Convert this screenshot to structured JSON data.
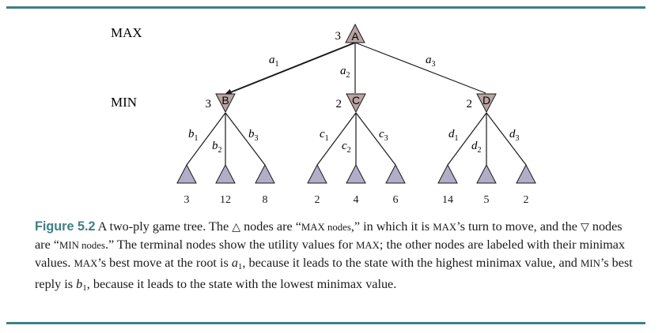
{
  "levels": {
    "max": "MAX",
    "min": "MIN"
  },
  "root": {
    "label": "A",
    "value": "3"
  },
  "root_edges": [
    {
      "sym": "a",
      "sub": "1"
    },
    {
      "sym": "a",
      "sub": "2"
    },
    {
      "sym": "a",
      "sub": "3"
    }
  ],
  "min_nodes": [
    {
      "label": "B",
      "value": "3",
      "edges": [
        {
          "sym": "b",
          "sub": "1"
        },
        {
          "sym": "b",
          "sub": "2"
        },
        {
          "sym": "b",
          "sub": "3"
        }
      ],
      "leaves": [
        "3",
        "12",
        "8"
      ]
    },
    {
      "label": "C",
      "value": "2",
      "edges": [
        {
          "sym": "c",
          "sub": "1"
        },
        {
          "sym": "c",
          "sub": "2"
        },
        {
          "sym": "c",
          "sub": "3"
        }
      ],
      "leaves": [
        "2",
        "4",
        "6"
      ]
    },
    {
      "label": "D",
      "value": "2",
      "edges": [
        {
          "sym": "d",
          "sub": "1"
        },
        {
          "sym": "d",
          "sub": "2"
        },
        {
          "sym": "d",
          "sub": "3"
        }
      ],
      "leaves": [
        "14",
        "5",
        "2"
      ]
    }
  ],
  "colors": {
    "node_fill": "#b9a4a3",
    "leaf_fill": "#b3aec8",
    "accent": "#3f7f86",
    "line": "#1a1a1a"
  },
  "caption": {
    "figure_label": "Figure 5.2",
    "t1": " A two-ply game tree. The ",
    "up_triangle": "△",
    "t2": " nodes are “",
    "max_nodes": "MAX nodes",
    "t3": ",” in which it is ",
    "max1": "MAX",
    "t4": "’s turn to move, and the ",
    "down_triangle": "▽",
    "t5": " nodes are “",
    "min_nodes": "MIN nodes",
    "t6": ".” The terminal nodes show the utility values for ",
    "max2": "MAX",
    "t7": "; the other nodes are labeled with their minimax values. ",
    "max3": "MAX",
    "t8": "’s best move at the root is ",
    "a1_sym": "a",
    "a1_sub": "1",
    "t9": ", because it leads to the state with the highest minimax value, and ",
    "min1": "MIN",
    "t10": "’s best reply is ",
    "b1_sym": "b",
    "b1_sub": "1",
    "t11": ", because it leads to the state with the lowest minimax value."
  }
}
